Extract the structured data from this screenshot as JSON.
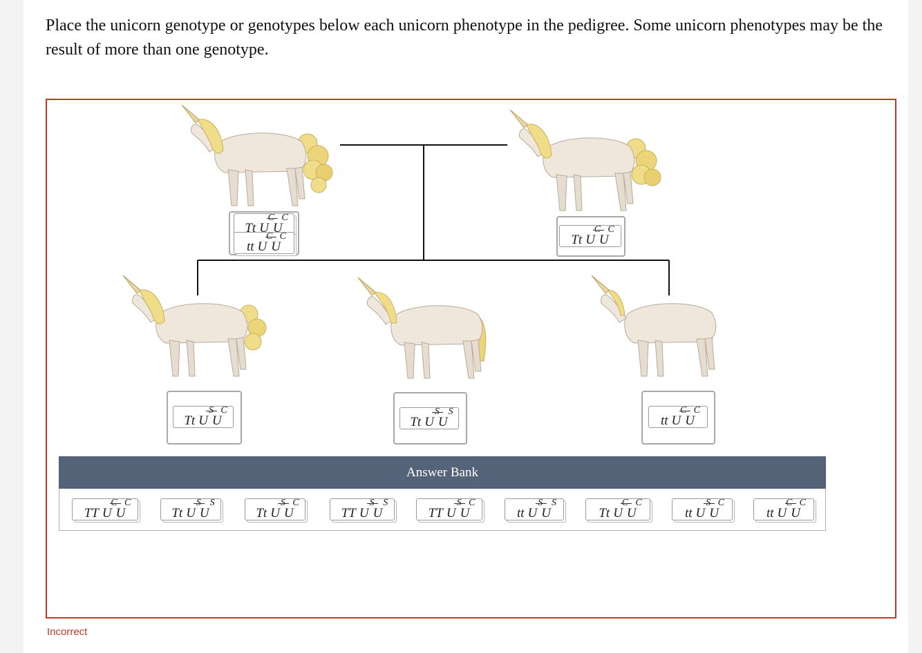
{
  "instructions": "Place the unicorn genotype or genotypes below each unicorn phenotype in the pedigree. Some unicorn phenotypes may be the result of more than one genotype.",
  "pedigree": {
    "parents": [
      {
        "phenotype": "curly-mane-curly-tail",
        "placed": [
          {
            "t": "Tt",
            "a1": "C",
            "a2": "C"
          },
          {
            "t": "tt",
            "a1": "C",
            "a2": "C"
          }
        ]
      },
      {
        "phenotype": "curly-mane-curly-tail",
        "placed": [
          {
            "t": "Tt",
            "a1": "C",
            "a2": "C"
          }
        ]
      }
    ],
    "offspring": [
      {
        "phenotype": "wavy-mane-wavy-tail",
        "placed": [
          {
            "t": "Tt",
            "a1": "S",
            "a2": "C"
          }
        ]
      },
      {
        "phenotype": "straight-mane-straight-tail",
        "placed": [
          {
            "t": "Tt",
            "a1": "S",
            "a2": "S"
          }
        ]
      },
      {
        "phenotype": "short-mane-no-tail-hair",
        "placed": [
          {
            "t": "tt",
            "a1": "C",
            "a2": "C"
          }
        ]
      }
    ]
  },
  "answer_bank": {
    "title": "Answer Bank",
    "items": [
      {
        "t": "TT",
        "a1": "C",
        "a2": "C"
      },
      {
        "t": "Tt",
        "a1": "S",
        "a2": "S"
      },
      {
        "t": "Tt",
        "a1": "S",
        "a2": "C"
      },
      {
        "t": "TT",
        "a1": "S",
        "a2": "S"
      },
      {
        "t": "TT",
        "a1": "S",
        "a2": "C"
      },
      {
        "t": "tt",
        "a1": "S",
        "a2": "S"
      },
      {
        "t": "Tt",
        "a1": "C",
        "a2": "C"
      },
      {
        "t": "tt",
        "a1": "S",
        "a2": "C"
      },
      {
        "t": "tt",
        "a1": "C",
        "a2": "C"
      }
    ]
  },
  "status": "Incorrect",
  "colors": {
    "incorrect": "#c0392b",
    "bank_header": "#546377"
  }
}
